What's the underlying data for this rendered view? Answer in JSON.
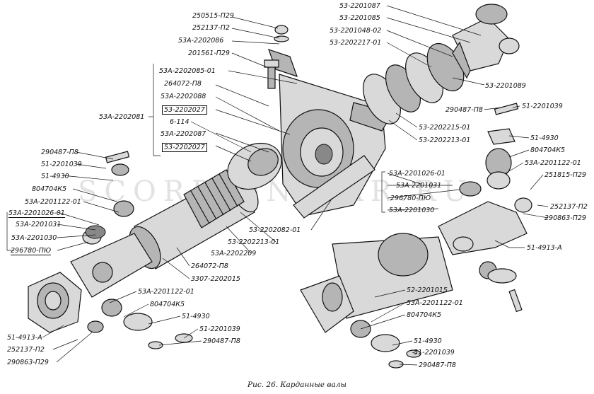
{
  "caption": "Рис. 26. Карданные валы",
  "watermark": "SCORPION CAR.RU",
  "labels": {
    "l1": "250515-П29",
    "l2": "252137-П2",
    "l3": "53А-2202086",
    "l4": "201561-П29",
    "l5": "53А-2202085-01",
    "l6": "264072-П8",
    "l7": "53А-2202088",
    "l8": "53-2202027",
    "l9": "53А-2202081",
    "l10": "6-114",
    "l11": "53А-2202087",
    "l12": "53-2202027",
    "l13": "290487-П8",
    "l14": "51-2201039",
    "l15": "51-4930",
    "l16": "804704К5",
    "l17": "53А-2201122-01",
    "l18": "53А-2201026-01",
    "l19": "53А-2201031",
    "l20": "53А-2201030",
    "l21": "296780-ПЮ",
    "l22": "53-2201087",
    "l23": "53-2201085",
    "l24": "53-2201048-02",
    "l25": "53-2202217-01",
    "l26": "53-2201089",
    "l27": "290487-П8",
    "l28": "51-2201039",
    "l29": "53-2202215-01",
    "l30": "53-2202213-01",
    "l31": "51-4930",
    "l32": "804704К5",
    "l33": "53А-2201122-01",
    "l34": "251815-П29",
    "l35": "53А-2201026-01",
    "l36": "53А-2201031",
    "l37": "296780-ПЮ",
    "l38": "53А-2201030",
    "l39": "252137-П2",
    "l40": "290863-П29",
    "l41": "51-4913-А",
    "l42": "53-2202082-01",
    "l43": "53-2202213-01",
    "l44": "53А-2202209",
    "l45": "264072-П8",
    "l46": "3307-2202015",
    "l47": "53А-2201122-01",
    "l48": "804704К5",
    "l49": "51-4930",
    "l50": "51-2201039",
    "l51": "290487-П8",
    "l52": "51-4913-А",
    "l53": "252137-П2",
    "l54": "290863-П29",
    "l55": "52-2201015",
    "l56": "53А-2201122-01",
    "l57": "804704К5",
    "l58": "51-4930",
    "l59": "51-2201039",
    "l60": "290487-П8"
  }
}
